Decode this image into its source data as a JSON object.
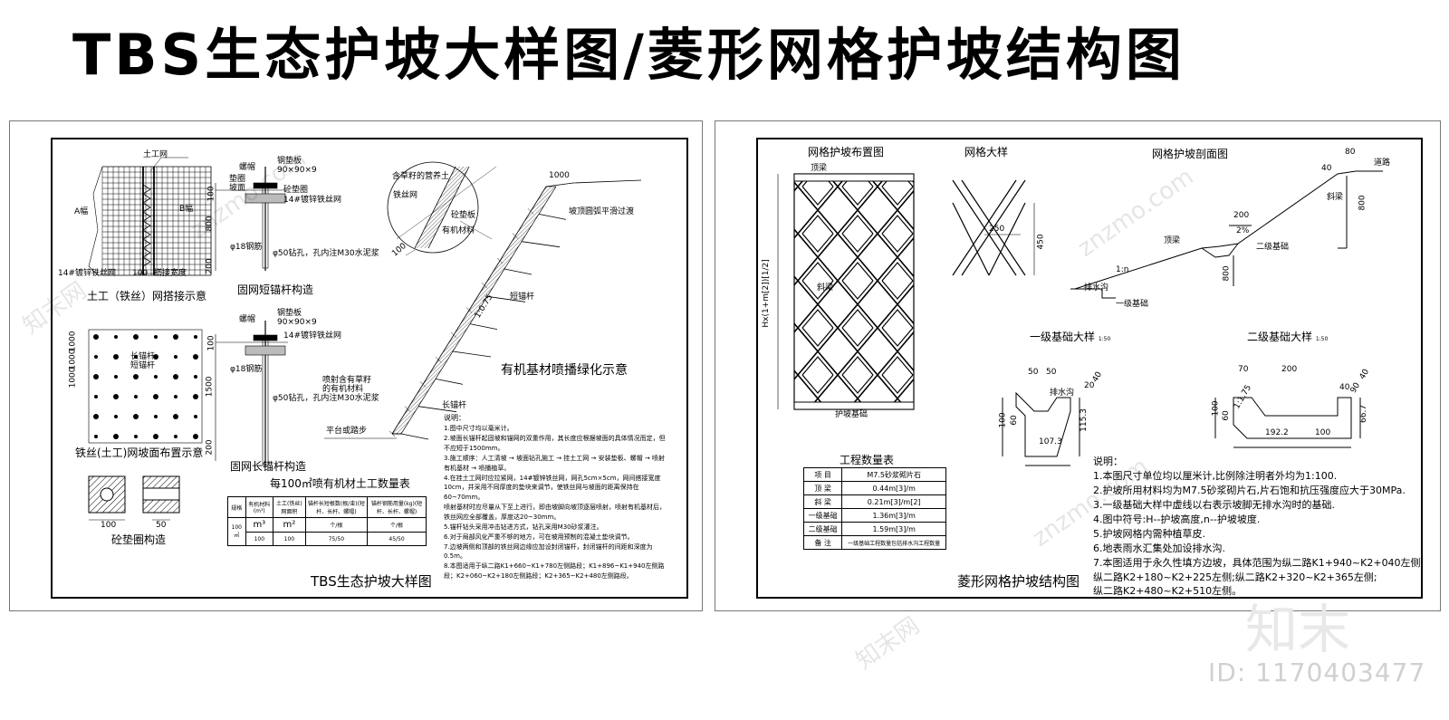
{
  "title": "TBS生态护坡大样图/菱形网格护坡结构图",
  "left_sheet": {
    "caption": "TBS生态护坡大样图",
    "d1": {
      "label": "土工（铁丝）网搭接示意",
      "tuGongWang": "土工网",
      "aFu": "A幅",
      "bFu": "B幅",
      "wire": "14#镀锌铁丝网",
      "dim100": "100",
      "daJie": "搭接宽度"
    },
    "d2": {
      "label": "固网短锚杆构造",
      "luoMu": "螺帽",
      "gangDianBan": "钢垫板",
      "gdbSpec": "90×90×9",
      "dianQuan": "垫圈",
      "poMian": "坡面",
      "pijiang": "砼垫圈",
      "wire": "14#镀锌铁丝网",
      "bar": "φ18钢筋",
      "hole": "φ50钻孔，孔内注M30水泥浆",
      "d100": "100",
      "d800": "800",
      "d200": "200"
    },
    "d3": {
      "label": "铁丝(土工)网坡面布置示意",
      "changMaoGan": "长锚杆",
      "duanMaoGan": "短锚杆",
      "d1000": "1000",
      "d10002": "1000",
      "d10003": "1000"
    },
    "d4": {
      "label": "固网长锚杆构造",
      "luoMu": "螺帽",
      "gangDianBan": "钢垫板",
      "gdbSpec": "90×90×9",
      "wire": "14#镀锌铁丝网",
      "bar": "φ18钢筋",
      "hole": "φ50钻孔，孔内注M30水泥浆",
      "d100": "100",
      "d1500": "1500",
      "d200": "200"
    },
    "d5": {
      "label": "砼垫圈构造",
      "d100": "100",
      "d50": "50"
    },
    "slope": {
      "label": "有机基材喷播绿化示意",
      "dim1000": "1000",
      "crest": "坡顶圆弧平滑过渡",
      "shortAnchor": "短锚杆",
      "longAnchor": "长锚杆",
      "ratio": "1:0.75",
      "sprayed": "喷射含有草籽的有机材料",
      "toe": "平台或踏步",
      "detail1": "含草籽的营养土",
      "detail2": "铁丝网",
      "detail3": "砼垫板",
      "detail4": "有机材料",
      "detail5": "100",
      "tick": "1000"
    },
    "table": {
      "title": "每100㎡喷有机材土工数量表",
      "header": [
        "规格",
        "有机材料(m³)",
        "土工(铁丝)网面积",
        "锚杆长短根数(根/束)(短杆、长杆、螺帽)",
        "锚杆钢筋用量(kg)(短杆、长杆、螺帽)"
      ],
      "unit": [
        "",
        "m³",
        "m²",
        "个/根",
        "个/根"
      ],
      "row": [
        "100㎡",
        "100",
        "100",
        "75/50",
        "45/50"
      ]
    },
    "notes_title": "说明：",
    "notes": [
      "1.图中尺寸均以毫米计。",
      "2.坡面长锚杆起固坡和锚网的双重作用，其长度应根据坡面的具体情况而定，但不应短于1500mm。",
      "3.施工顺序：人工清坡 → 坡面钻孔施工 → 挂土工网 → 安装垫板、螺帽 → 喷射有机基材 → 喷播植草。",
      "4.在挂土工网时应拉紧网，14#镀锌铁丝网，网孔5cm×5cm，网间搭接宽度10cm，并采用不同厚度的垫块来调节，使铁丝网与坡面的距离保持在60~70mm。",
      "  喷射基材时应尽量从下至上进行，即由坡脚向坡顶逐层喷射，喷射有机基材后，铁丝网应全部覆盖，厚度达20~30mm。",
      "5.锚杆钻头采用冲击钻进方式，钻孔采用M30砂浆灌注。",
      "6.对于局部风化严重不够的地方，可在坡用预制的混凝土垫块调节。",
      "7.边坡两侧和顶部的铁丝网边缘应加设封闭锚杆，封闭锚杆的间距和深度为0.5m。",
      "8.本图适用于纵二路K1+660~K1+780左侧路段；K1+896~K1+940左侧路段；K2+060~K2+180左侧路段；K2+365~K2+480左侧路段。"
    ]
  },
  "right_sheet": {
    "caption": "菱形网格护坡结构图",
    "layout": {
      "label": "网格护坡布置图",
      "top": "顶梁",
      "side": "斜梁",
      "base": "护坡基础",
      "height": "Hx(1+m[2])[1/2]"
    },
    "grid": {
      "label": "网格大样",
      "d250": "250",
      "d450": "450"
    },
    "section": {
      "label": "网格护坡剖面图",
      "d80": "80",
      "d40": "40",
      "road": "道路",
      "slopeBeam": "斜梁",
      "d800": "800",
      "d200": "200",
      "pct": "2%",
      "topBeam": "顶梁",
      "found2": "二级基础",
      "d800b": "800",
      "ratio": "1:n",
      "drain": "排水沟",
      "found1": "一级基础"
    },
    "f1": {
      "label": "一级基础大样",
      "scale": "1:50",
      "d50a": "50",
      "d50b": "50",
      "d40": "40",
      "d20": "20",
      "d100": "100",
      "d60": "60",
      "d1153": "115.3",
      "d1073": "107.3",
      "drainText": "排水沟"
    },
    "f2": {
      "label": "二级基础大样",
      "scale": "1:50",
      "d70": "70",
      "d200": "200",
      "d40": "40",
      "d100": "100",
      "d60": "60",
      "d90": "90",
      "d40b": "40",
      "d667": "66.7",
      "d1922": "192.2",
      "d100b": "100",
      "r175": "1:1.75"
    },
    "qty": {
      "title": "工程数量表",
      "rows": [
        [
          "项 目",
          "M7.5砂浆砌片石"
        ],
        [
          "顶 梁",
          "0.44m[3]/m"
        ],
        [
          "斜 梁",
          "0.21m[3]/m[2]"
        ],
        [
          "一级基础",
          "1.36m[3]/m"
        ],
        [
          "二级基础",
          "1.59m[3]/m"
        ],
        [
          "备 注",
          "一级基础工程数量包括排水沟工程数量"
        ]
      ]
    },
    "notes_title": "说明：",
    "notes": [
      "1.本图尺寸单位均以厘米计,比例除注明者外均为1:100.",
      "2.护坡所用材料均为M7.5砂浆砌片石,片石饱和抗压强度应大于30MPa.",
      "3.一级基础大样中虚线以右表示坡脚无排水沟时的基础.",
      "4.图中符号:H--护坡高度,n--护坡坡度.",
      "5.护坡网格内需种植草皮.",
      "6.地表雨水汇集处加设排水沟.",
      "7.本图适用于永久性填方边坡，具体范围为纵二路K1+940~K2+040左侧;",
      "  纵二路K2+180~K2+225左侧;纵二路K2+320~K2+365左侧;",
      "  纵二路K2+480~K2+510左侧。"
    ]
  },
  "watermark": {
    "site": "znzmo.com",
    "site_cn": "知末网",
    "brand": "知末",
    "id": "ID: 1170403477"
  }
}
